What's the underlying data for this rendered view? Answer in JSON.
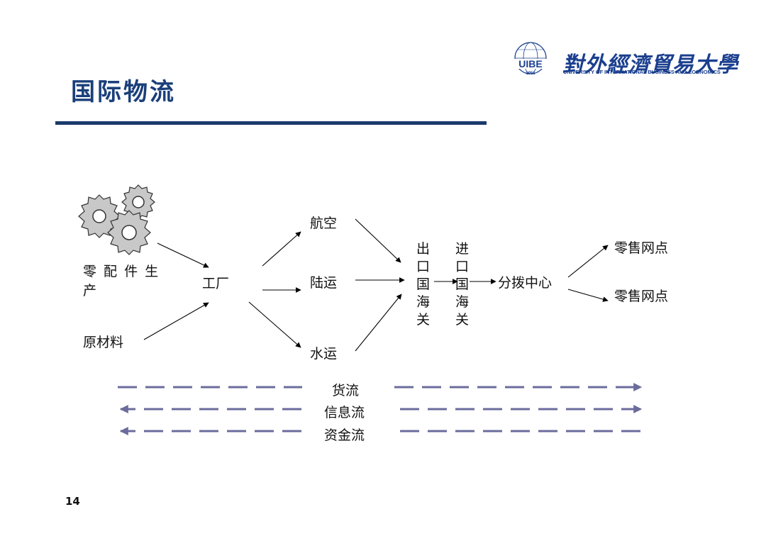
{
  "slide": {
    "title": "国际物流",
    "page_number": "14"
  },
  "logo": {
    "text_cn": "對外經濟貿易大學",
    "text_en": "UNIVERSITY OF INTERNATIONAL BUSINESS AND ECONOMICS",
    "emblem_text": "UIBE",
    "emblem_year": "1951"
  },
  "diagram": {
    "parts_line1": "零 配 件 生",
    "parts_line2": "产",
    "raw_material": "原材料",
    "factory": "工厂",
    "air": "航空",
    "land": "陆运",
    "water": "水运",
    "export_customs": [
      "出",
      "口",
      "国",
      "海",
      "关"
    ],
    "import_customs": [
      "进",
      "口",
      "国",
      "海",
      "关"
    ],
    "distribution_center": "分拨中心",
    "retail_1": "零售网点",
    "retail_2": "零售网点"
  },
  "flows": {
    "goods": "货流",
    "information": "信息流",
    "funds": "资金流"
  },
  "colors": {
    "title": "#1a3f7a",
    "rule": "#1c3a6b",
    "flow_line": "#6b6c9c",
    "logo": "#1b3f8f",
    "gear": "#c8c8c8"
  }
}
